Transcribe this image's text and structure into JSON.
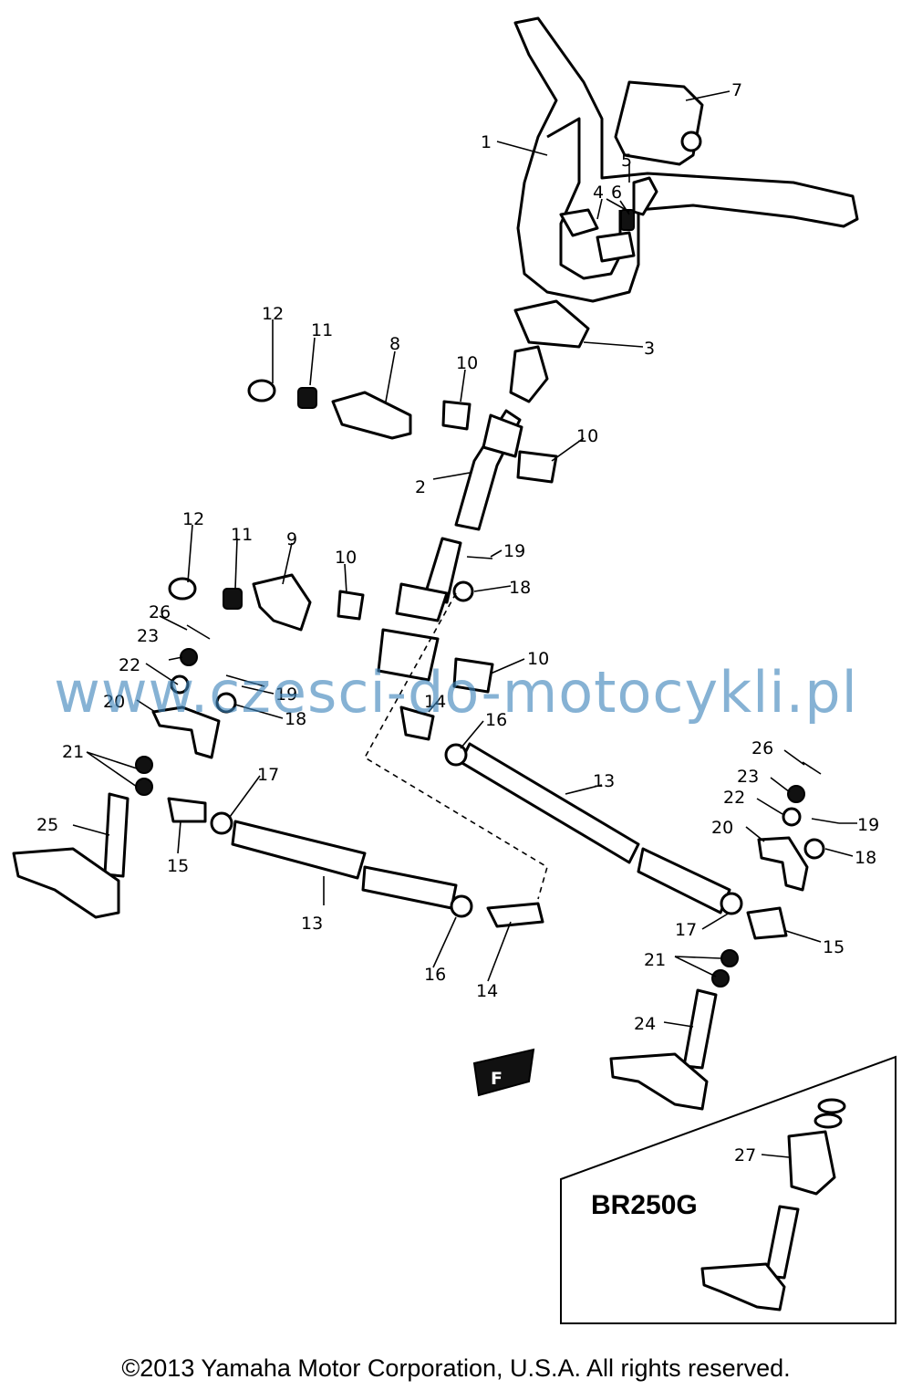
{
  "labels": {
    "p1": "1",
    "p2": "2",
    "p3": "3",
    "p4": "4",
    "p5": "5",
    "p6": "6",
    "p7": "7",
    "p8": "8",
    "p9": "9",
    "p10a": "10",
    "p10b": "10",
    "p10c": "10",
    "p10d": "10",
    "p11a": "11",
    "p11b": "11",
    "p12a": "12",
    "p12b": "12",
    "p13a": "13",
    "p13b": "13",
    "p14a": "14",
    "p14b": "14",
    "p15a": "15",
    "p15b": "15",
    "p16a": "16",
    "p16b": "16",
    "p17a": "17",
    "p17b": "17",
    "p18a": "18",
    "p18b": "18",
    "p18c": "18",
    "p19a": "19",
    "p19b": "19",
    "p19c": "19",
    "p20a": "20",
    "p20b": "20",
    "p21a": "21",
    "p21b": "21",
    "p22a": "22",
    "p22b": "22",
    "p23a": "23",
    "p23b": "23",
    "p24": "24",
    "p25": "25",
    "p26a": "26",
    "p26b": "26",
    "p27": "27"
  },
  "variant_label": "BR250G",
  "watermark": "www.czesci-do-motocykli.pl",
  "copyright": "©2013 Yamaha Motor Corporation, U.S.A. All rights reserved.",
  "front_marker": "F"
}
